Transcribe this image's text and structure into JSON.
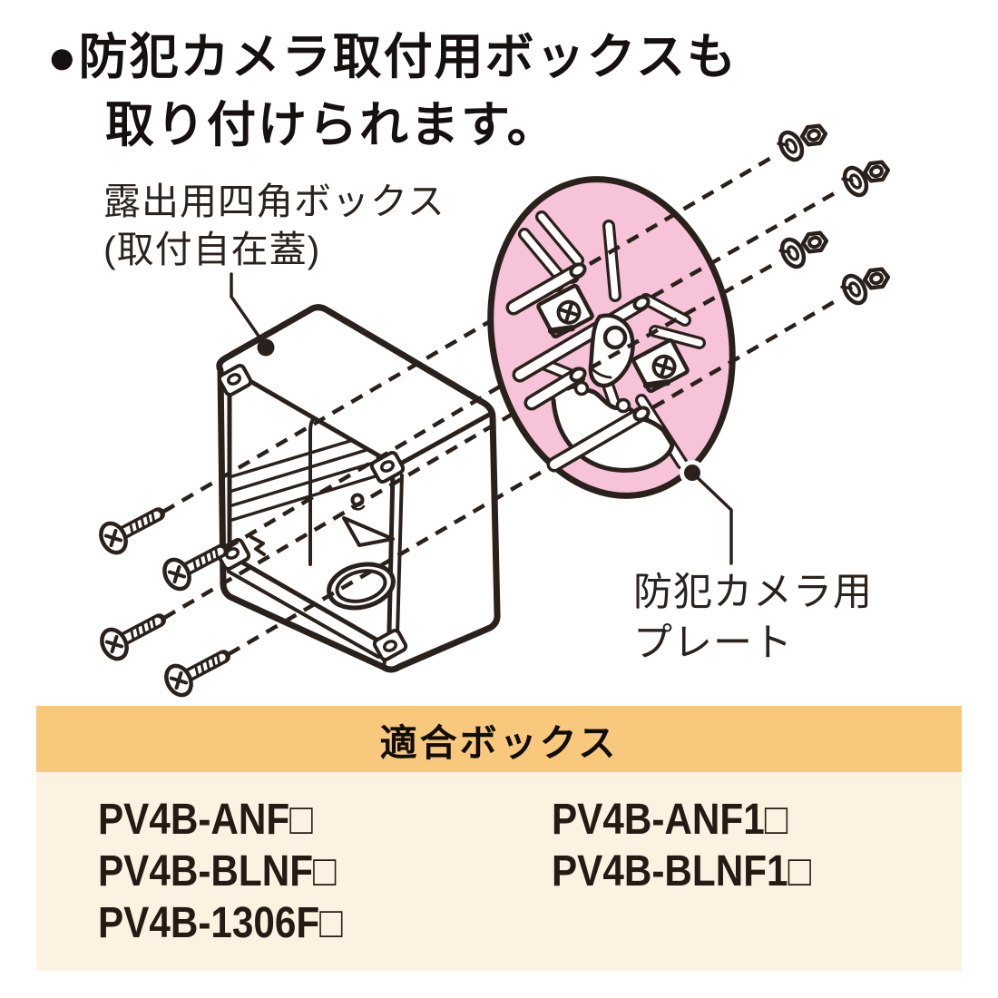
{
  "title": {
    "bullet": "●",
    "line1": "防犯カメラ取付用ボックスも",
    "line2": "取り付けられます。"
  },
  "labels": {
    "box": {
      "line1": "露出用四角ボックス",
      "line2": "(取付自在蓋)"
    },
    "plate": {
      "line1": "防犯カメラ用",
      "line2": "プレート"
    }
  },
  "table": {
    "header": "適合ボックス",
    "columns": [
      [
        "PV4B-ANF□",
        "PV4B-BLNF□",
        "PV4B-1306F□"
      ],
      [
        "PV4B-ANF1□",
        "PV4B-BLNF1□"
      ]
    ]
  },
  "diagram": {
    "parts": [
      "exposed-square-box",
      "security-camera-plate",
      "mounting-screws",
      "spring-washers",
      "hex-nuts"
    ],
    "screw_count": 4,
    "washer_nut_pair_count": 4
  },
  "colors": {
    "line": "#2b211c",
    "plate_pink": "#f6c3d8",
    "header_orange": "#f8c87d",
    "body_cream": "#fcf2e1",
    "text": "#1c1512"
  }
}
